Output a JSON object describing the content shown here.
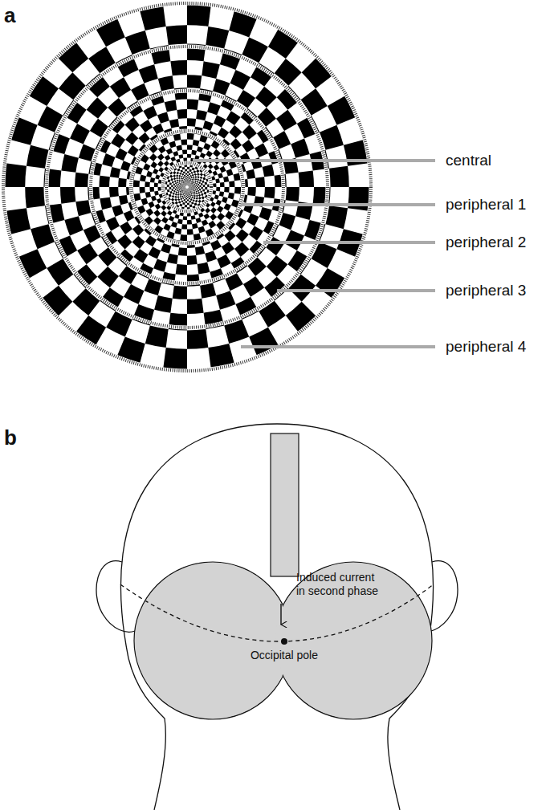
{
  "diagram": {
    "labels": [
      "a",
      "central",
      "peripheral 1",
      "peripheral 2",
      "peripheral 3",
      "peripheral 4",
      "b",
      "Induced current in second phase",
      "Occipital pole"
    ]
  }
}
